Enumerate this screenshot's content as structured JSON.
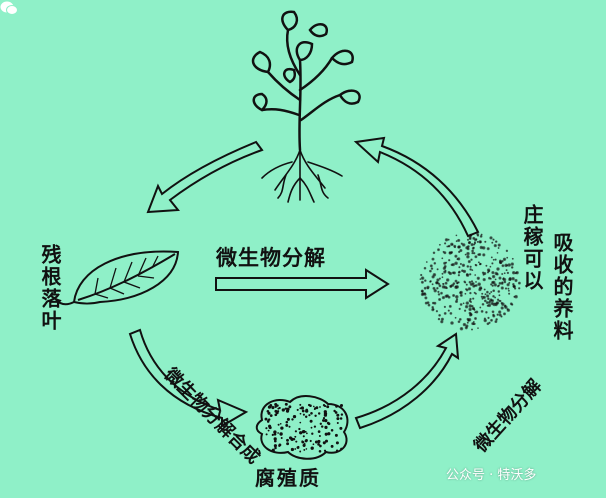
{
  "diagram": {
    "center_label": "微生物分解",
    "residue_label": "残根落叶",
    "humus_label": "腐殖质",
    "crop_label_1": "庄稼可以",
    "crop_label_2": "吸收的养料",
    "left_arc_label": "微生物分解合成",
    "right_arc_label": "微生物分解"
  },
  "watermark": {
    "text": "公众号 · 特沃多"
  },
  "colors": {
    "background": "#8ff0c8",
    "ink": "#111111"
  }
}
